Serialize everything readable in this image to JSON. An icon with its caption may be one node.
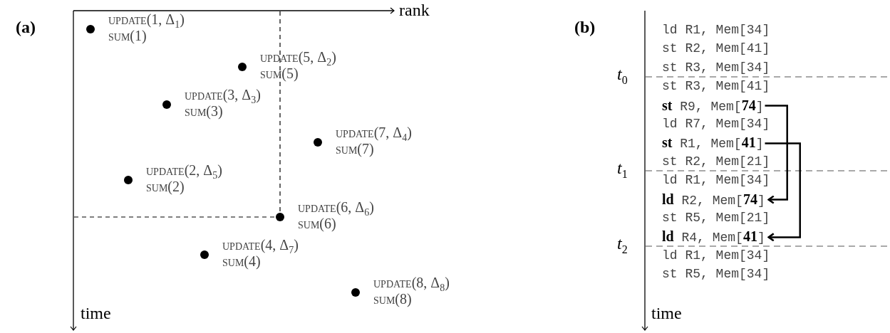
{
  "diagram": {
    "nodes": [
      {
        "text": [],
        "shape": "circle",
        "beside": [
          "update(1, Δ$_{1}$)",
          "sum(1)"
        ]
      },
      {
        "text": [],
        "shape": "circle",
        "beside": [
          "update(5, Δ$_{2}$)",
          "sum(5)"
        ]
      },
      {
        "text": [],
        "shape": "circle",
        "beside": [
          "update(3, Δ$_{3}$)",
          "sum(3)"
        ]
      },
      {
        "text": [],
        "shape": "circle",
        "beside": [
          "update(7, Δ$_{4}$)",
          "sum(7)"
        ]
      },
      {
        "text": [],
        "shape": "circle",
        "beside": [
          "update(2, Δ$_{5}$)",
          "sum(2)"
        ]
      },
      {
        "text": [],
        "shape": "circle",
        "beside": [
          "update(6, Δ$_{6}$)",
          "sum(6)"
        ]
      },
      {
        "text": [],
        "shape": "circle",
        "beside": [
          "update(4, Δ$_{7}$)",
          "sum(4)"
        ]
      },
      {
        "text": [],
        "shape": "circle",
        "beside": [
          "update(8, Δ$_{8}$)",
          "sum(8)"
        ]
      },
      {
        "text": [
          "**st** R9, Mem[**74**]"
        ]
      },
      {
        "text": [
          "**st** R1, Mem[**41**]"
        ]
      },
      {
        "text": [
          "**ld** R2, Mem[**74**]"
        ]
      },
      {
        "text": [
          "**ld** R4, Mem[**41**]"
        ]
      }
    ],
    "edges": [
      {
        "from": 8,
        "to": 10,
        "arrow": "to"
      },
      {
        "from": 9,
        "to": 11,
        "arrow": "to"
      }
    ],
    "labels": [
      "(a)",
      "rank",
      "time",
      "(b)",
      "t$_{0}$",
      "t$_{1}$",
      "t$_{2}$",
      "time",
      "ld R1, Mem[34]",
      "st R2, Mem[41]",
      "st R3, Mem[34]",
      "st R3, Mem[41]",
      "ld R7, Mem[34]",
      "st R2, Mem[21]",
      "ld R1, Mem[34]",
      "st R5, Mem[21]",
      "ld R1, Mem[34]",
      "st R5, Mem[34]"
    ]
  }
}
